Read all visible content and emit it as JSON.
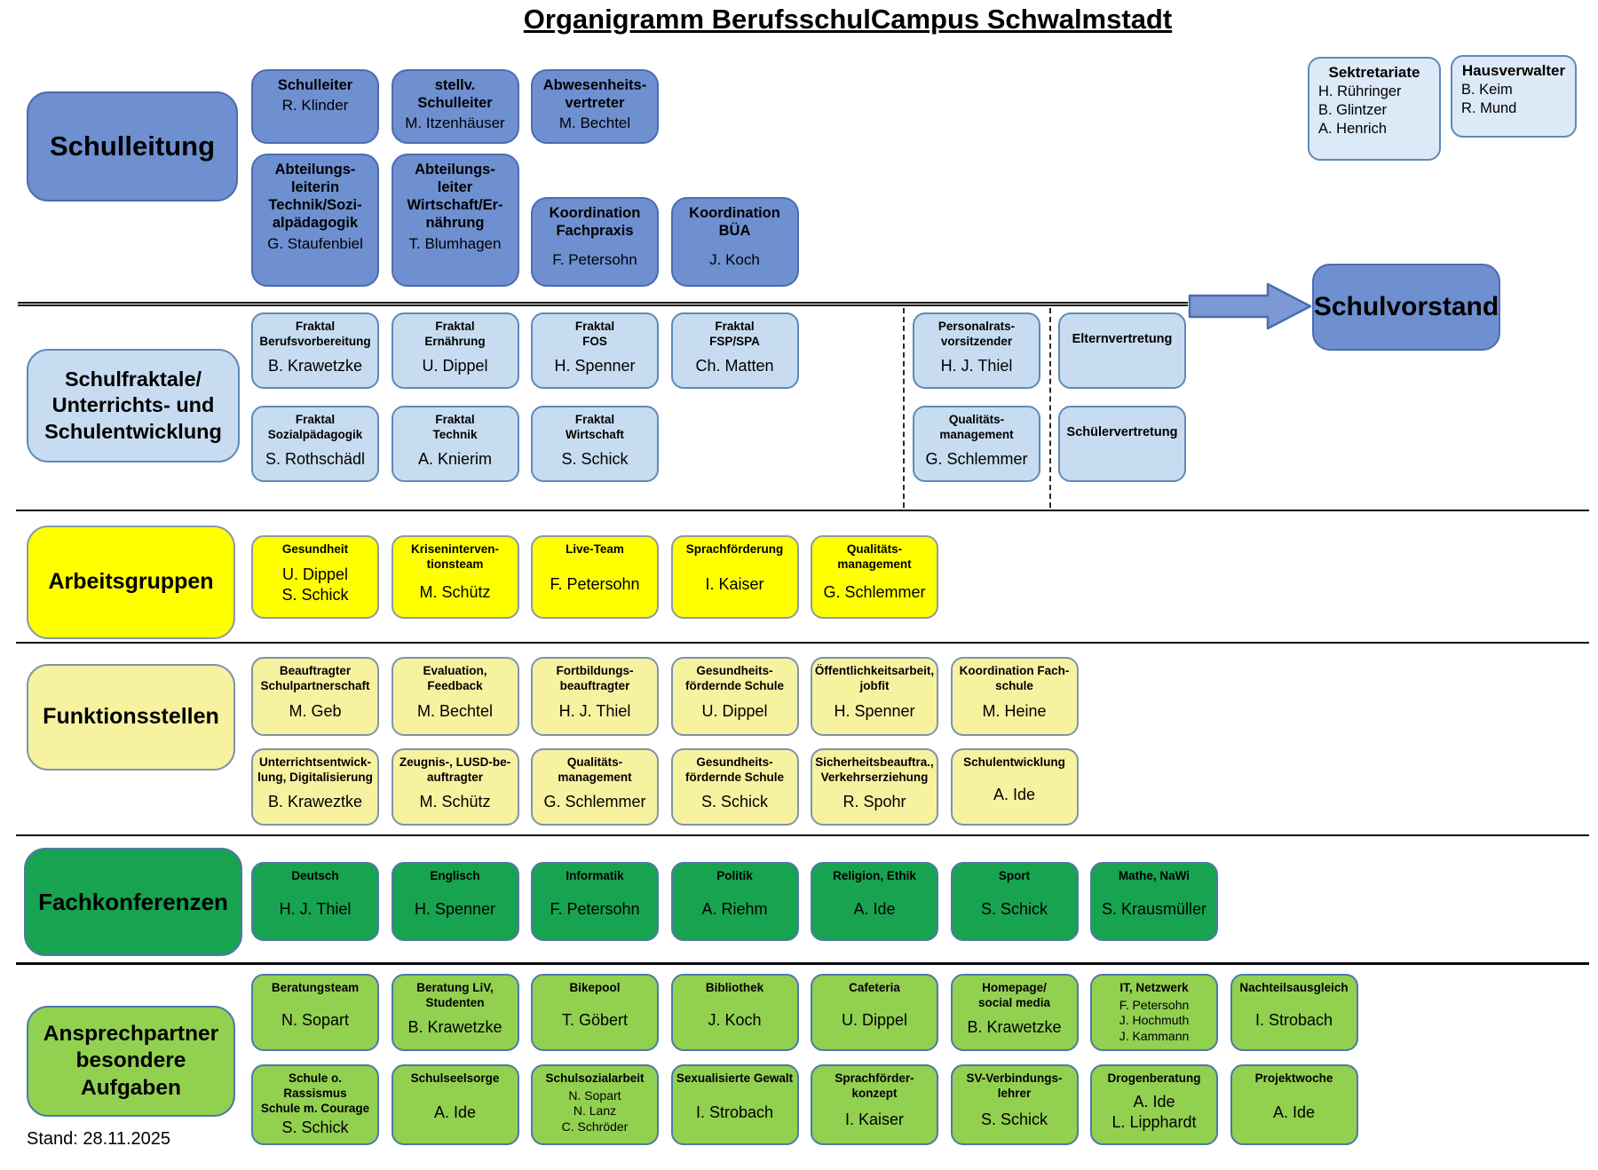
{
  "title": "Organigramm BerufsschulCampus Schwalmstadt",
  "stand": "Stand: 28.11.2025",
  "colors": {
    "blue": "#6E8FD0",
    "light_blue": "#C7DCF0",
    "pale_blue": "#DCE9F6",
    "yellow": "#FFFF00",
    "light_yellow": "#F7F2A0",
    "green": "#17A350",
    "light_green": "#92D050",
    "box_border_blue": "#4C6CB0",
    "box_border_steel": "#5E8AB8",
    "line": "#000000"
  },
  "schulvorstand": {
    "label": "Schulvorstand"
  },
  "sekretariate": {
    "title": "Sektretariate",
    "names": [
      "H. Rühringer",
      "B. Glintzer",
      "A. Henrich"
    ]
  },
  "hausverwalter": {
    "title": "Hausverwalter",
    "names": [
      "B. Keim",
      "R. Mund"
    ]
  },
  "schulleitung": {
    "label": "Schulleitung",
    "row1": [
      {
        "title": "Schulleiter",
        "names": [
          "R. Klinder"
        ]
      },
      {
        "title": "stellv.\nSchulleiter",
        "names": [
          "M. Itzenhäuser"
        ]
      },
      {
        "title": "Abwesenheits-\nvertreter",
        "names": [
          "M. Bechtel"
        ]
      }
    ],
    "row2": [
      {
        "title": "Abteilungs-\nleiterin\nTechnik/Sozi-\nalpädagogik",
        "names": [
          "G. Staufenbiel"
        ]
      },
      {
        "title": "Abteilungs-\nleiter\nWirtschaft/Er-\nnährung",
        "names": [
          "T. Blumhagen"
        ]
      }
    ],
    "row3": [
      {
        "title": "Koordination\nFachpraxis",
        "names": [
          "F. Petersohn"
        ]
      },
      {
        "title": "Koordination\nBÜA",
        "names": [
          "J. Koch"
        ]
      }
    ]
  },
  "schulfraktale": {
    "label": "Schulfraktale/\nUnterrichts- und\nSchulentwicklung",
    "row1": [
      {
        "title": "Fraktal\nBerufsvorbereitung",
        "names": [
          "B. Krawetzke"
        ]
      },
      {
        "title": "Fraktal\nErnährung",
        "names": [
          "U. Dippel"
        ]
      },
      {
        "title": "Fraktal\nFOS",
        "names": [
          "H. Spenner"
        ]
      },
      {
        "title": "Fraktal\nFSP/SPA",
        "names": [
          "Ch. Matten"
        ]
      }
    ],
    "row2": [
      {
        "title": "Fraktal\nSozialpädagogik",
        "names": [
          "S. Rothschädl"
        ]
      },
      {
        "title": "Fraktal\nTechnik",
        "names": [
          "A. Knierim"
        ]
      },
      {
        "title": "Fraktal\nWirtschaft",
        "names": [
          "S. Schick"
        ]
      }
    ],
    "gremien_row1": [
      {
        "title": "Personalrats-\nvorsitzender",
        "names": [
          "H. J. Thiel"
        ]
      },
      {
        "title": "Elternvertretung",
        "names": []
      }
    ],
    "gremien_row2": [
      {
        "title": "Qualitäts-\nmanagement",
        "names": [
          "G. Schlemmer"
        ]
      },
      {
        "title": "Schülervertretung",
        "names": []
      }
    ]
  },
  "arbeitsgruppen": {
    "label": "Arbeitsgruppen",
    "items": [
      {
        "title": "Gesundheit",
        "names": [
          "U. Dippel",
          "S. Schick"
        ]
      },
      {
        "title": "Kriseninterven-\ntionsteam",
        "names": [
          "M. Schütz"
        ]
      },
      {
        "title": "Live-Team",
        "names": [
          "F. Petersohn"
        ]
      },
      {
        "title": "Sprachförderung",
        "names": [
          "I. Kaiser"
        ]
      },
      {
        "title": "Qualitäts-\nmanagement",
        "names": [
          "G. Schlemmer"
        ]
      }
    ]
  },
  "funktionsstellen": {
    "label": "Funktionsstellen",
    "row1": [
      {
        "title": "Beauftragter\nSchulpartnerschaft",
        "names": [
          "M. Geb"
        ]
      },
      {
        "title": "Evaluation, Feedback",
        "names": [
          "M. Bechtel"
        ]
      },
      {
        "title": "Fortbildungs-\nbeauftragter",
        "names": [
          "H. J. Thiel"
        ]
      },
      {
        "title": "Gesundheits-\nfördernde Schule",
        "names": [
          "U. Dippel"
        ]
      },
      {
        "title": "Öffentlichkeitsarbeit,\njobfit",
        "names": [
          "H. Spenner"
        ]
      },
      {
        "title": "Koordination Fach-\nschule",
        "names": [
          "M. Heine"
        ]
      }
    ],
    "row2": [
      {
        "title": "Unterrichtsentwick-\nlung, Digitalisierung",
        "names": [
          "B. Kraweztke"
        ]
      },
      {
        "title": "Zeugnis-, LUSD-be-\nauftragter",
        "names": [
          "M. Schütz"
        ]
      },
      {
        "title": "Qualitäts-\nmanagement",
        "names": [
          "G. Schlemmer"
        ]
      },
      {
        "title": "Gesundheits-\nfördernde Schule",
        "names": [
          "S. Schick"
        ]
      },
      {
        "title": "Sicherheitsbeauftra.,\nVerkehrserziehung",
        "names": [
          "R. Spohr"
        ]
      },
      {
        "title": "Schulentwicklung",
        "names": [
          "A. Ide"
        ]
      }
    ]
  },
  "fachkonferenzen": {
    "label": "Fachkonferenzen",
    "items": [
      {
        "title": "Deutsch",
        "names": [
          "H. J. Thiel"
        ]
      },
      {
        "title": "Englisch",
        "names": [
          "H. Spenner"
        ]
      },
      {
        "title": "Informatik",
        "names": [
          "F. Petersohn"
        ]
      },
      {
        "title": "Politik",
        "names": [
          "A. Riehm"
        ]
      },
      {
        "title": "Religion, Ethik",
        "names": [
          "A. Ide"
        ]
      },
      {
        "title": "Sport",
        "names": [
          "S. Schick"
        ]
      },
      {
        "title": "Mathe, NaWi",
        "names": [
          "S. Krausmüller"
        ]
      }
    ]
  },
  "ansprechpartner": {
    "label": "Ansprechpartner\nbesondere\nAufgaben",
    "row1": [
      {
        "title": "Beratungsteam",
        "names": [
          "N. Sopart"
        ]
      },
      {
        "title": "Beratung LiV,\nStudenten",
        "names": [
          "B. Krawetzke"
        ]
      },
      {
        "title": "Bikepool",
        "names": [
          "T. Göbert"
        ]
      },
      {
        "title": "Bibliothek",
        "names": [
          "J. Koch"
        ]
      },
      {
        "title": "Cafeteria",
        "names": [
          "U. Dippel"
        ]
      },
      {
        "title": "Homepage/\nsocial media",
        "names": [
          "B. Krawetzke"
        ]
      },
      {
        "title": "IT, Netzwerk",
        "names": [
          "F. Petersohn",
          "J. Hochmuth",
          "J. Kammann"
        ]
      },
      {
        "title": "Nachteilsausgleich",
        "names": [
          "I. Strobach"
        ]
      }
    ],
    "row2": [
      {
        "title": "Schule o. Rassismus\nSchule m. Courage",
        "names": [
          "S. Schick"
        ]
      },
      {
        "title": "Schulseelsorge",
        "names": [
          "A. Ide"
        ]
      },
      {
        "title": "Schulsozialarbeit",
        "names": [
          "N. Sopart",
          "N. Lanz",
          "C. Schröder"
        ]
      },
      {
        "title": "Sexualisierte Gewalt",
        "names": [
          "I. Strobach"
        ]
      },
      {
        "title": "Sprachförder-\nkonzept",
        "names": [
          "I. Kaiser"
        ]
      },
      {
        "title": "SV-Verbindungs-\nlehrer",
        "names": [
          "S. Schick"
        ]
      },
      {
        "title": "Drogenberatung",
        "names": [
          "A. Ide",
          "L. Lipphardt"
        ]
      },
      {
        "title": "Projektwoche",
        "names": [
          "A. Ide"
        ]
      }
    ]
  }
}
